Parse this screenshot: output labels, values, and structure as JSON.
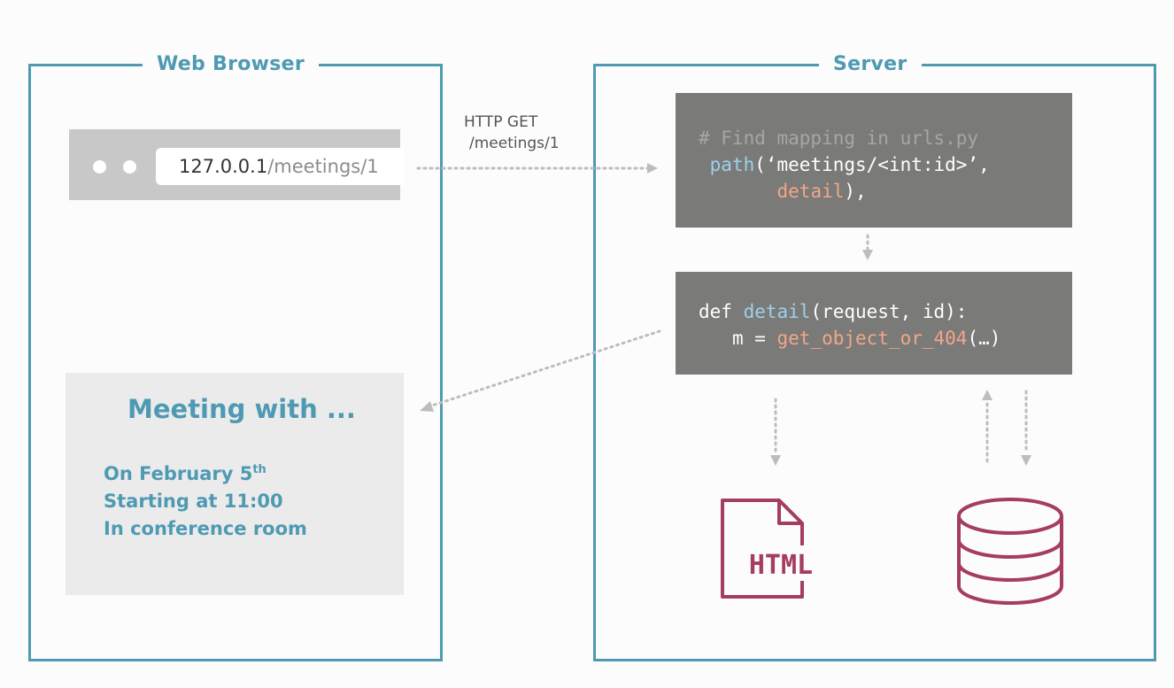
{
  "browser": {
    "title": "Web Browser"
  },
  "server": {
    "title": "Server"
  },
  "address_bar": {
    "host": "127.0.0.1",
    "path": "/meetings/1"
  },
  "request": {
    "method": "HTTP GET",
    "path": "/meetings/1"
  },
  "urls_code": {
    "comment": "# Find mapping in urls.py",
    "line2_func": "path",
    "line2_rest": "(‘meetings/<int:id>’,",
    "line3_arg": "detail",
    "line3_rest": "),"
  },
  "view_code": {
    "kw": "def ",
    "func": "detail",
    "params": "(request, id):",
    "var": "m = ",
    "call": "get_object_or_404",
    "call_rest": "(…)"
  },
  "page": {
    "title": "Meeting with ...",
    "date_prefix": "On February 5",
    "date_suffix": "th",
    "time": "Starting at 11:00",
    "room": "In conference room"
  },
  "template_icon": {
    "label": "HTML"
  },
  "colors": {
    "accent": "#4f9ab3",
    "icon": "#a53d61",
    "code_bg": "#7a7a78"
  }
}
